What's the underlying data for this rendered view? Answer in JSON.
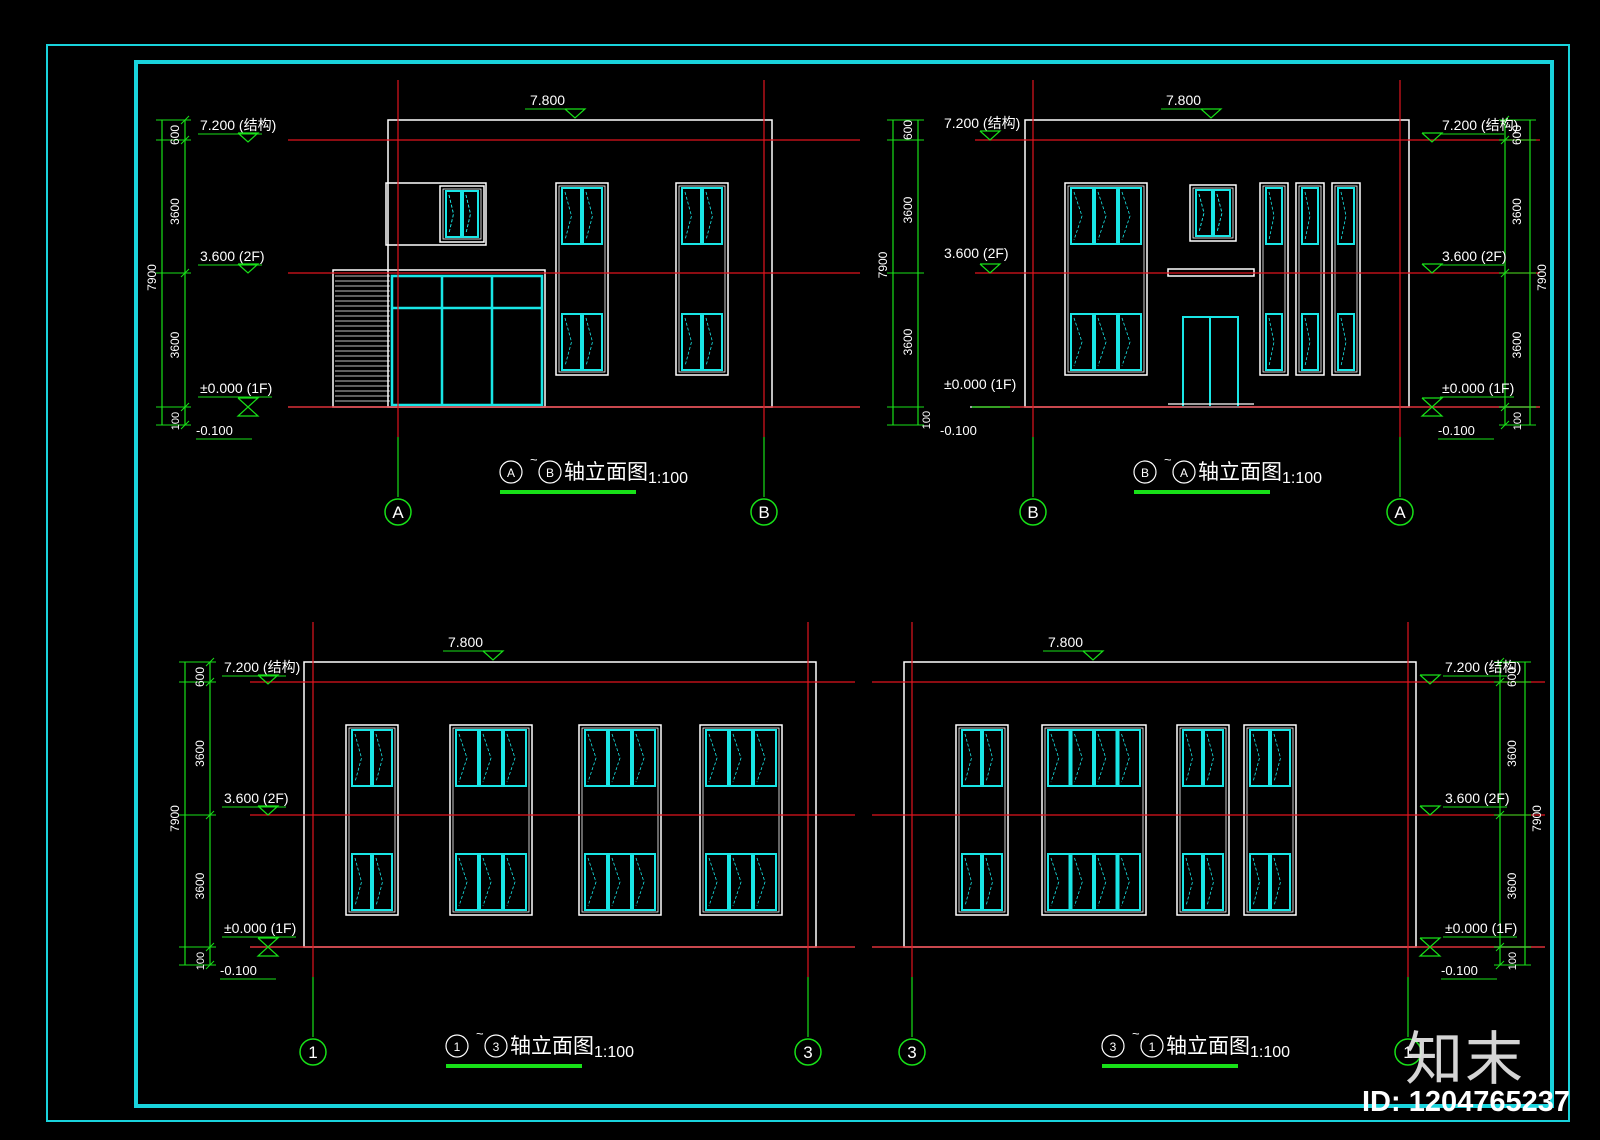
{
  "colors": {
    "background": "#000000",
    "frame": "#19d3dc",
    "wall": "#ffffff",
    "axis": "#e0141e",
    "dimension": "#18e018",
    "window": "#19e6e6",
    "label": "#ffffff"
  },
  "elevations": [
    {
      "title_from": "A",
      "title_to": "B",
      "title_suffix": "轴立面图",
      "scale": "1:100",
      "roof": "7.800",
      "parapet": "7.200 (结构)",
      "floor2": "3.600 (2F)",
      "ground": "±0.000 (1F)",
      "below": "-0.100",
      "dims": [
        "600",
        "3600",
        "3600",
        "100"
      ],
      "total": "7900",
      "axis_left": "A",
      "axis_right": "B"
    },
    {
      "title_from": "B",
      "title_to": "A",
      "title_suffix": "轴立面图",
      "scale": "1:100",
      "roof": "7.800",
      "parapet": "7.200 (结构)",
      "floor2": "3.600 (2F)",
      "ground": "±0.000 (1F)",
      "below": "-0.100",
      "dims": [
        "600",
        "3600",
        "3600",
        "100"
      ],
      "total": "7900",
      "axis_left": "B",
      "axis_right": "A"
    },
    {
      "title_from": "1",
      "title_to": "3",
      "title_suffix": "轴立面图",
      "scale": "1:100",
      "roof": "7.800",
      "parapet": "7.200 (结构)",
      "floor2": "3.600 (2F)",
      "ground": "±0.000 (1F)",
      "below": "-0.100",
      "dims": [
        "600",
        "3600",
        "3600",
        "100"
      ],
      "total": "7900",
      "axis_left": "1",
      "axis_right": "3"
    },
    {
      "title_from": "3",
      "title_to": "1",
      "title_suffix": "轴立面图",
      "scale": "1:100",
      "roof": "7.800",
      "parapet": "7.200 (结构)",
      "floor2": "3.600 (2F)",
      "ground": "±0.000 (1F)",
      "below": "-0.100",
      "dims": [
        "600",
        "3600",
        "3600",
        "100"
      ],
      "total": "7900",
      "axis_left": "3",
      "axis_right": "1"
    }
  ],
  "watermark": {
    "logo": "知末",
    "id": "ID: 1204765237"
  }
}
